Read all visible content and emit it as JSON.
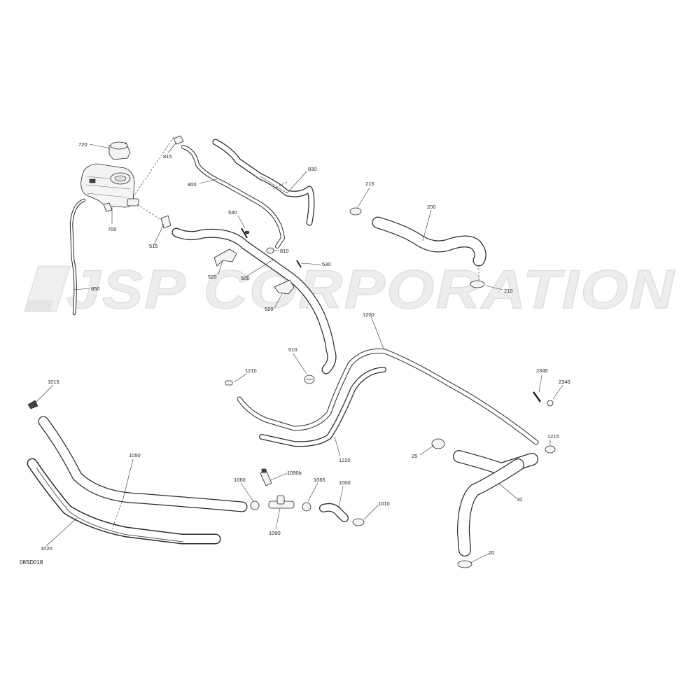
{
  "watermark": "JSP CORPORATION",
  "diagram_code": "08SD018",
  "callouts": {
    "c720": "720",
    "c815": "815",
    "c800": "800",
    "c830": "830",
    "c700": "700",
    "c515": "515",
    "c530a": "530",
    "c810": "810",
    "c530b": "530",
    "c520a": "520",
    "c500": "500",
    "c520b": "520",
    "c850": "850",
    "c215": "215",
    "c200": "200",
    "c210": "210",
    "c1200": "1200",
    "c510": "510",
    "c1210": "1210",
    "c1015": "1015",
    "c2345": "2345",
    "c2340": "2340",
    "c1215": "1215",
    "c25": "25",
    "c1220": "1220",
    "c1050": "1050",
    "c1060": "1060",
    "c1090b": "1090b",
    "c1065": "1065",
    "c1000": "1000",
    "c1010": "1010",
    "c10": "10",
    "c1090": "1090",
    "c1020": "1020",
    "c20": "20"
  },
  "parts": [
    {
      "name": "coolant-reservoir",
      "ref": "700"
    },
    {
      "name": "reservoir-cap",
      "ref": "720"
    },
    {
      "name": "hose-clamp",
      "ref": "815"
    },
    {
      "name": "hose-clamp",
      "ref": "810"
    },
    {
      "name": "hose-clamp",
      "ref": "510"
    },
    {
      "name": "hose-clamp",
      "ref": "215"
    },
    {
      "name": "hose-clamp",
      "ref": "210"
    },
    {
      "name": "hose-clamp",
      "ref": "25"
    },
    {
      "name": "hose-clamp",
      "ref": "20"
    },
    {
      "name": "hose-clamp",
      "ref": "1060"
    },
    {
      "name": "hose-clamp",
      "ref": "1065"
    },
    {
      "name": "hose-clamp",
      "ref": "1010"
    },
    {
      "name": "hose-clamp",
      "ref": "1215"
    },
    {
      "name": "bleed-screw",
      "ref": "2345"
    },
    {
      "name": "nut",
      "ref": "2340"
    },
    {
      "name": "screw",
      "ref": "530"
    },
    {
      "name": "support-bracket",
      "ref": "520"
    },
    {
      "name": "support-bracket",
      "ref": "515"
    },
    {
      "name": "t-fitting",
      "ref": "1090"
    },
    {
      "name": "temperature-sensor",
      "ref": "1090b"
    },
    {
      "name": "plug",
      "ref": "1210"
    },
    {
      "name": "fitting",
      "ref": "1015"
    }
  ]
}
